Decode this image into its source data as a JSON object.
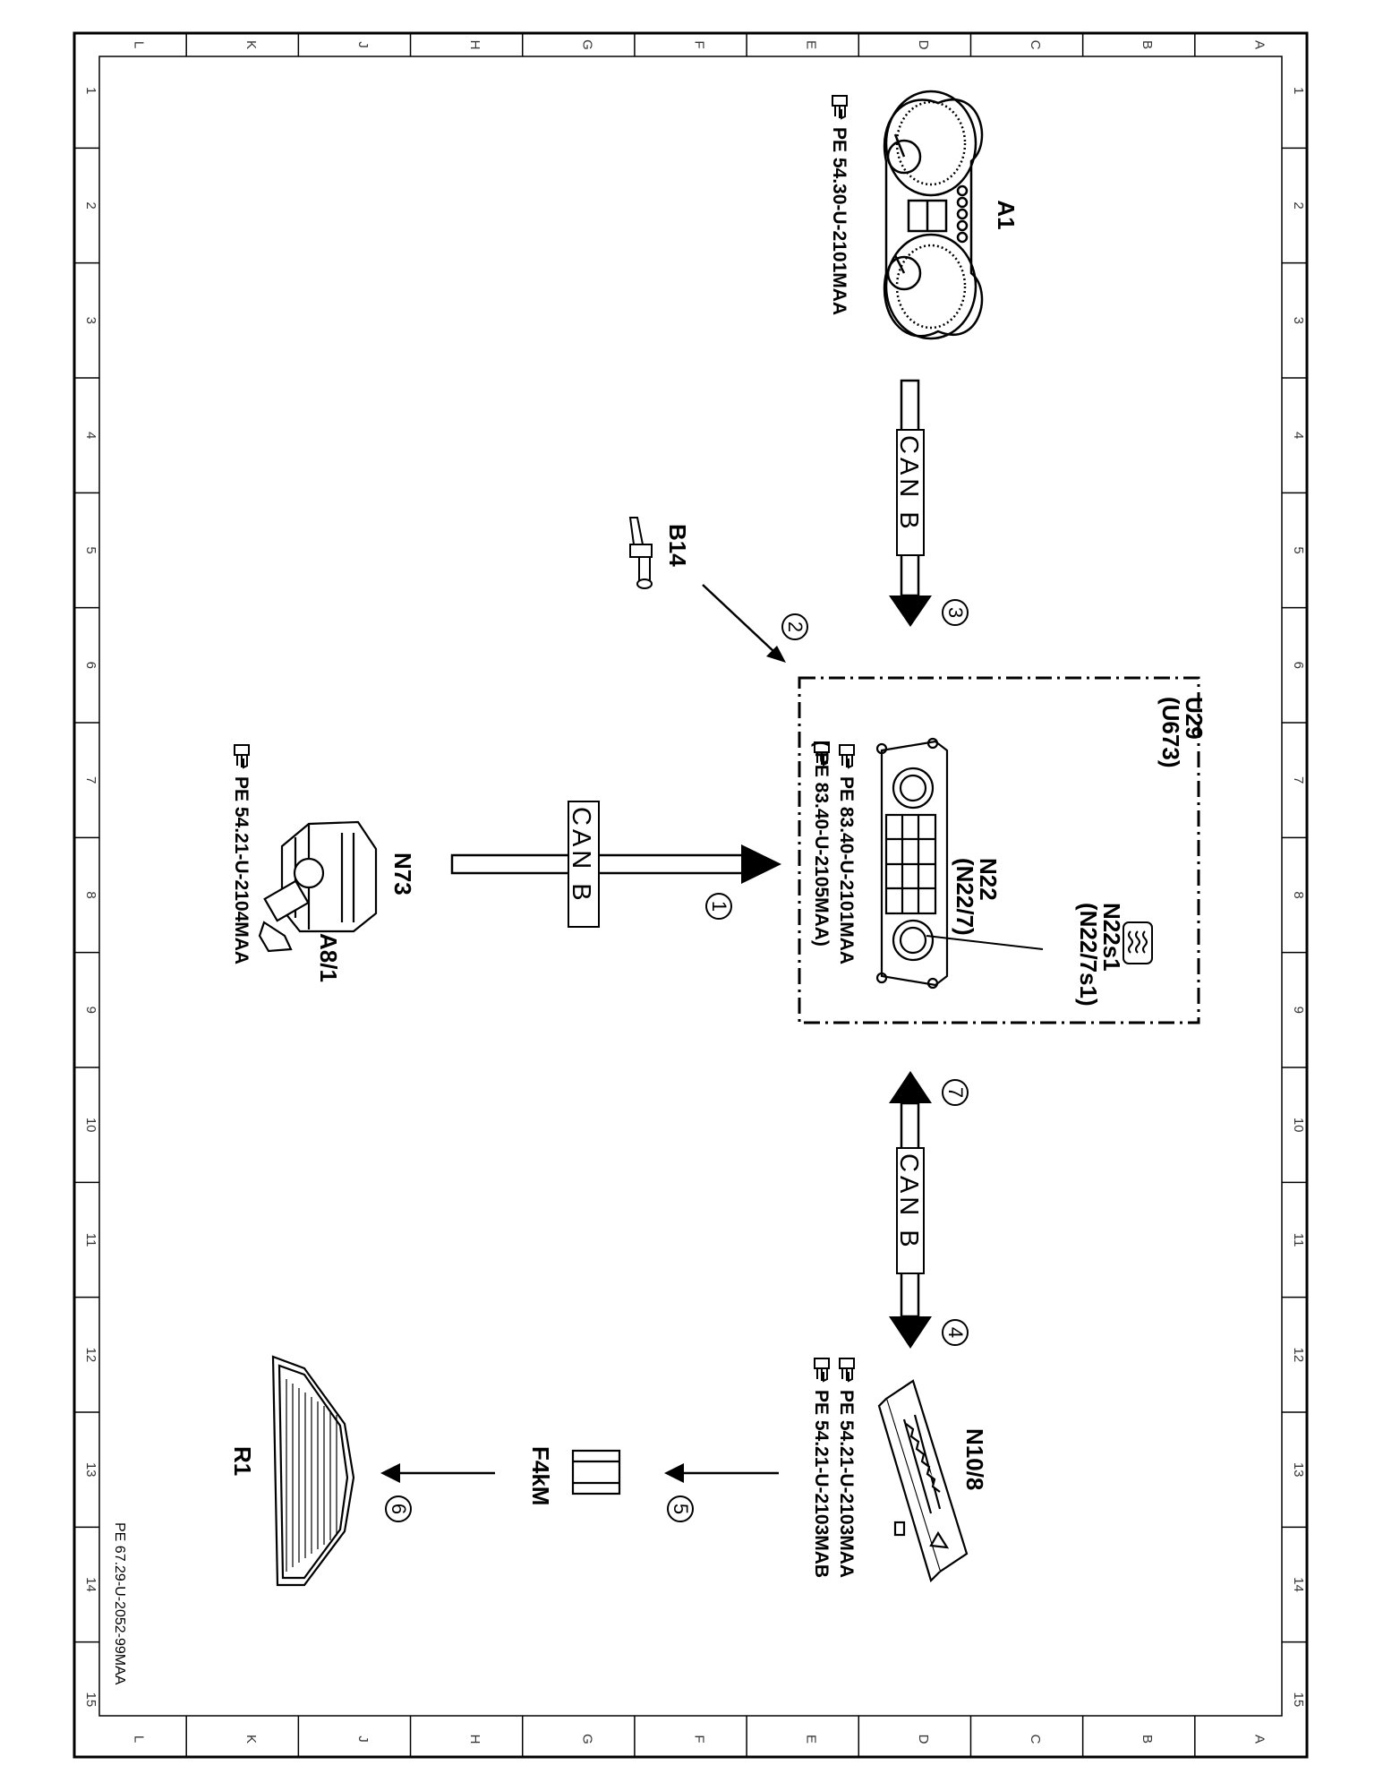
{
  "border": {
    "columns": [
      "L",
      "K",
      "J",
      "H",
      "G",
      "F",
      "E",
      "D",
      "C",
      "B",
      "A"
    ],
    "rows": [
      "1",
      "2",
      "3",
      "4",
      "5",
      "6",
      "7",
      "8",
      "9",
      "10",
      "11",
      "12",
      "13",
      "14",
      "15"
    ]
  },
  "doc_id": "PE 67.29-U-2052-99MAA",
  "components": {
    "a1": {
      "label": "A1",
      "ref": "PE 54.30-U-2101MAA"
    },
    "b14": {
      "label": "B14"
    },
    "u29": {
      "label": "U29",
      "sub": "(U673)"
    },
    "n22": {
      "label": "N22",
      "sub": "(N22/7)",
      "ref1": "PE 83.40-U-2101MAA",
      "ref2": "( PE 83.40-U-2105MAA)"
    },
    "n22s1": {
      "label": "N22s1",
      "sub": "(N22/7s1)"
    },
    "n73": {
      "label": "N73",
      "ref": "PE 54.21-U-2104MAA"
    },
    "a81": {
      "label": "A8/1"
    },
    "n108": {
      "label": "N10/8",
      "ref1": "PE 54.21-U-2103MAA",
      "ref2": "PE 54.21-U-2103MAB"
    },
    "f4km": {
      "label": "F4kM"
    },
    "r1": {
      "label": "R1"
    }
  },
  "bus": {
    "label": "CAN B"
  },
  "signals": [
    "1",
    "2",
    "3",
    "4",
    "5",
    "6",
    "7"
  ],
  "icons": [
    "instrument-cluster-icon",
    "temperature-sensor-icon",
    "climate-control-unit-icon",
    "rear-window-heater-symbol-icon",
    "steering-lock-switch-icon",
    "sam-control-unit-icon",
    "relay-icon",
    "heated-rear-window-icon",
    "book-reference-icon"
  ]
}
